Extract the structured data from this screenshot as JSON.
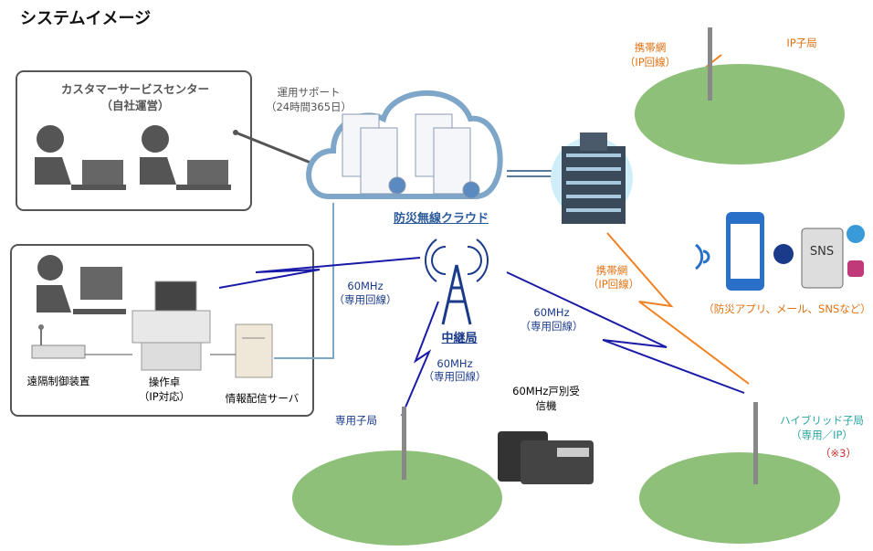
{
  "title": "システムイメージ",
  "customer_center": {
    "name": "カスタマーサービスセンター",
    "sub": "（自社運営）"
  },
  "support": {
    "line1": "運用サポート",
    "line2": "（24時間365日）"
  },
  "cloud": {
    "label": "防災無線クラウド"
  },
  "mobile_top": {
    "line1": "携帯網",
    "line2": "（IP回線）"
  },
  "ip_station": {
    "label": "IP子局"
  },
  "mobile_mid": {
    "line1": "携帯網",
    "line2": "（IP回線）"
  },
  "radio_left": {
    "line1": "60MHz",
    "line2": "（専用回線）"
  },
  "radio_down": {
    "line1": "60MHz",
    "line2": "（専用回線）"
  },
  "radio_right": {
    "line1": "60MHz",
    "line2": "（専用回線）"
  },
  "relay": {
    "label": "中継局"
  },
  "apps": {
    "sns": "SNS",
    "label": "（防災アプリ、メール、SNSなど）"
  },
  "office": {
    "remote": "遠隔制御装置",
    "console_1": "操作卓",
    "console_2": "（IP対応）",
    "server": "情報配信サーバ"
  },
  "dedicated_station": {
    "label": "専用子局"
  },
  "receiver": {
    "line1": "60MHz戸別受",
    "line2": "信機"
  },
  "hybrid": {
    "line1": "ハイブリッド子局",
    "line2": "（専用／IP）",
    "note": "（※3）"
  },
  "colors": {
    "blue_line": "#1a1aa8",
    "orange_line": "#f08020",
    "cloud": "#7ea6c8",
    "text_blue": "#1a3a8a"
  }
}
